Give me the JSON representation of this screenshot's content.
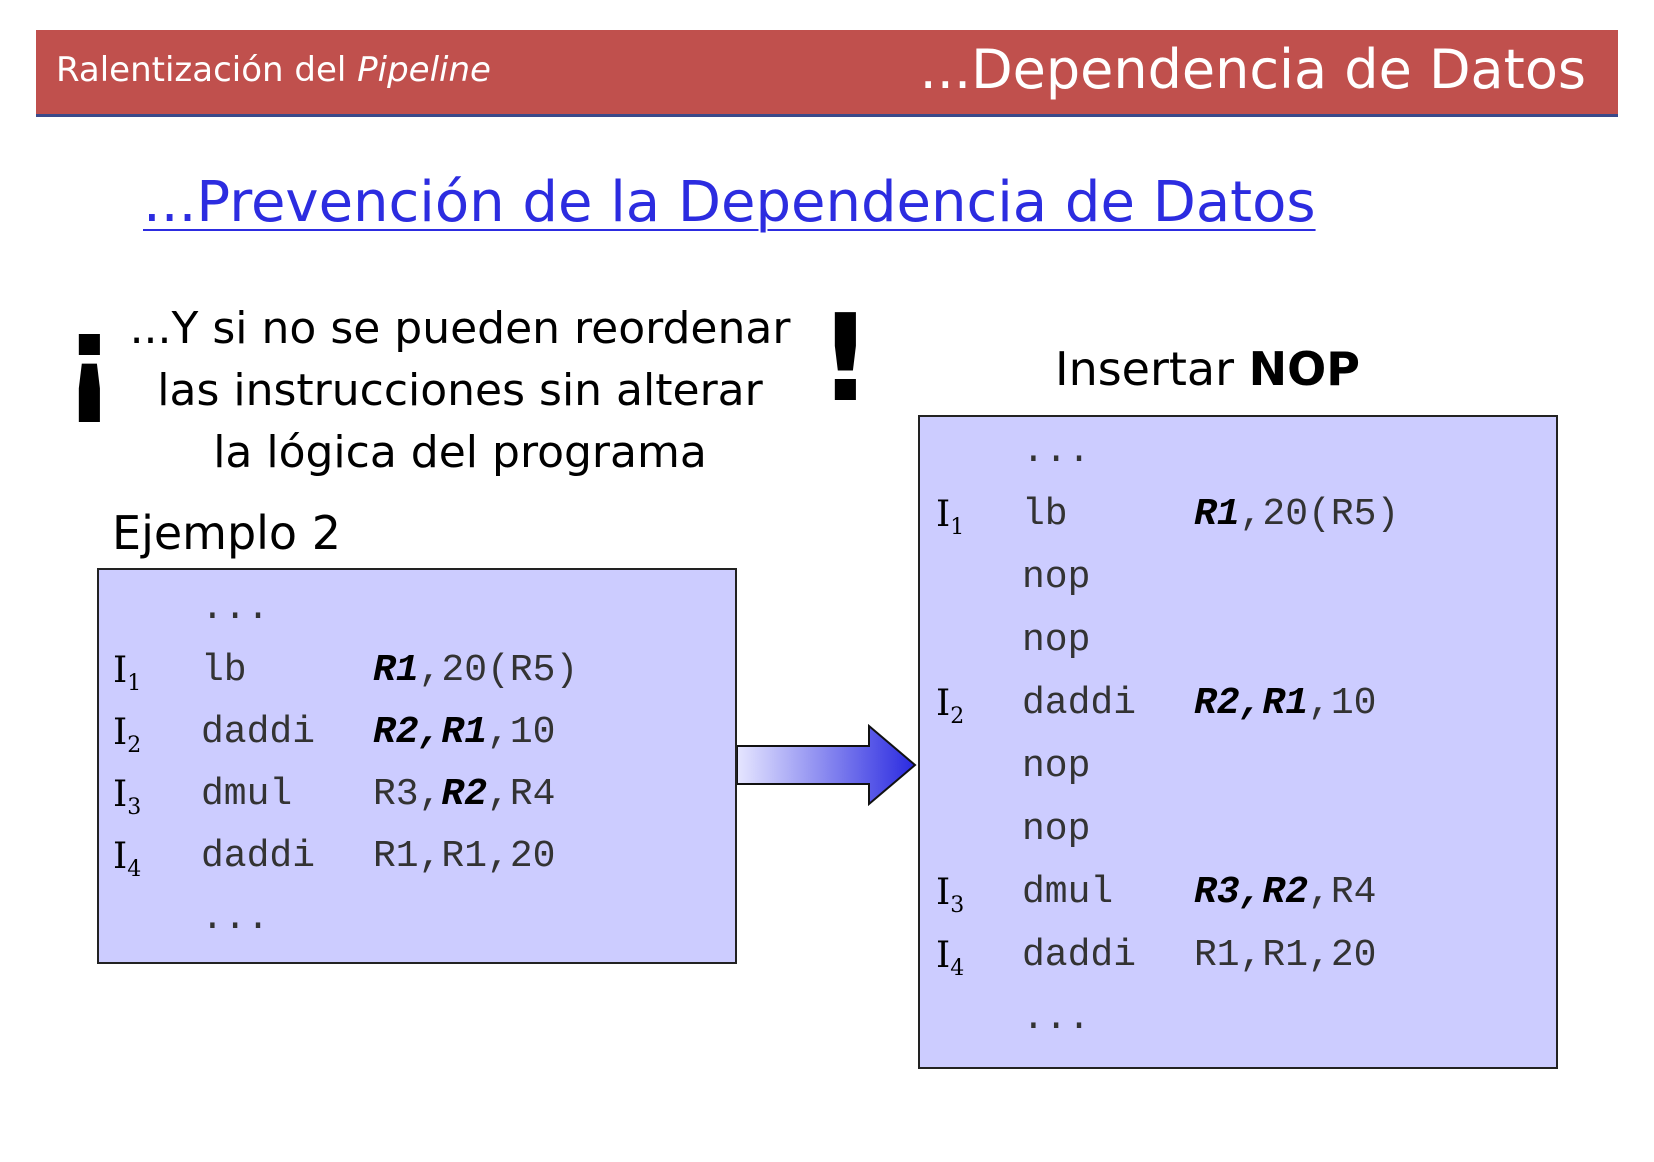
{
  "header": {
    "title_left_prefix": "Ralentización del ",
    "title_left_italic": "Pipeline",
    "title_right": "...Dependencia de Datos"
  },
  "subtitle": "...Prevención de la Dependencia de Datos",
  "note": {
    "inverted_exclamation": "¡",
    "exclamation": "!",
    "bullet": "•",
    "line1": "...Y si no se pueden reordenar",
    "line2": "las instrucciones sin alterar",
    "line3": "la lógica del programa"
  },
  "example_label": "Ejemplo 2",
  "insert_label_prefix": "Insertar ",
  "insert_label_bold": "NOP",
  "left_code": [
    {
      "label": "",
      "sub": "",
      "op": "...",
      "args_html": ""
    },
    {
      "label": "I",
      "sub": "1",
      "op": "lb",
      "args_html": "<b>R1</b>,20(R5)"
    },
    {
      "label": "I",
      "sub": "2",
      "op": "daddi",
      "args_html": "<b>R2,R1</b>,10"
    },
    {
      "label": "I",
      "sub": "3",
      "op": "dmul",
      "args_html": "R3,<b>R2</b>,R4"
    },
    {
      "label": "I",
      "sub": "4",
      "op": "daddi",
      "args_html": "R1,R1,20"
    },
    {
      "label": "",
      "sub": "",
      "op": "...",
      "args_html": ""
    }
  ],
  "right_code": [
    {
      "label": "",
      "sub": "",
      "op": "...",
      "args_html": ""
    },
    {
      "label": "I",
      "sub": "1",
      "op": "lb",
      "args_html": "<b>R1</b>,20(R5)"
    },
    {
      "label": "",
      "sub": "",
      "op": "nop",
      "args_html": ""
    },
    {
      "label": "",
      "sub": "",
      "op": "nop",
      "args_html": ""
    },
    {
      "label": "I",
      "sub": "2",
      "op": "daddi",
      "args_html": "<b>R2,R1</b>,10"
    },
    {
      "label": "",
      "sub": "",
      "op": "nop",
      "args_html": ""
    },
    {
      "label": "",
      "sub": "",
      "op": "nop",
      "args_html": ""
    },
    {
      "label": "I",
      "sub": "3",
      "op": "dmul",
      "args_html": "<b>R3,R2</b>,R4"
    },
    {
      "label": "I",
      "sub": "4",
      "op": "daddi",
      "args_html": "R1,R1,20"
    },
    {
      "label": "",
      "sub": "",
      "op": "...",
      "args_html": ""
    }
  ],
  "colors": {
    "header_bg": "#c0504d",
    "subtitle": "#2c2ce0",
    "code_box_bg": "#ccccff"
  }
}
